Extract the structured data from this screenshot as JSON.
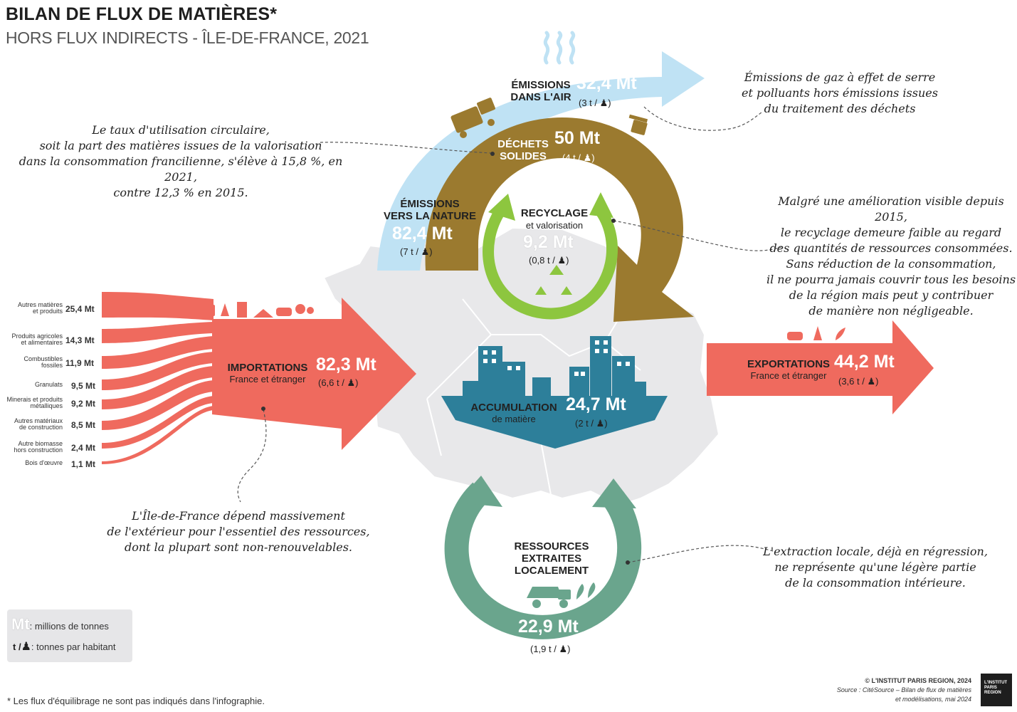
{
  "title": "BILAN DE FLUX DE MATIÈRES*",
  "subtitle": "HORS FLUX INDIRECTS - ÎLE-DE-FRANCE, 2021",
  "colors": {
    "air": "#bfe2f4",
    "waste": "#9b7a2f",
    "recycling": "#8dc63f",
    "import": "#ef6a5e",
    "accumulation": "#2d7f9a",
    "resources": "#6aa58d",
    "map": "#e8e8ea"
  },
  "emissions_air": {
    "label_line1": "ÉMISSIONS",
    "label_line2": "DANS L'AIR",
    "value": "32,4 Mt",
    "per_capita": "(3 t / ",
    "per_capita_end": ")"
  },
  "waste": {
    "label_line1": "DÉCHETS",
    "label_line2": "SOLIDES",
    "value": "50 Mt",
    "per_capita": "(4 t / ",
    "per_capita_end": ")"
  },
  "emissions_nature": {
    "label_line1": "ÉMISSIONS",
    "label_line2": "VERS LA NATURE",
    "value": "82,4 Mt",
    "per_capita": "(7 t / ",
    "per_capita_end": ")"
  },
  "recycling": {
    "label_line1": "RECYCLAGE",
    "label_line2": "et valorisation",
    "value": "9,2 Mt",
    "per_capita": "(0,8 t / ",
    "per_capita_end": ")"
  },
  "imports": {
    "label": "IMPORTATIONS",
    "sublabel": "France et étranger",
    "value": "82,3 Mt",
    "per_capita": "(6,6 t / ",
    "per_capita_end": ")",
    "categories": [
      {
        "name_line1": "Autres matières",
        "name_line2": "et produits",
        "value": "25,4 Mt"
      },
      {
        "name_line1": "Produits agricoles",
        "name_line2": "et alimentaires",
        "value": "14,3 Mt"
      },
      {
        "name_line1": "Combustibles",
        "name_line2": "fossiles",
        "value": "11,9 Mt"
      },
      {
        "name_line1": "Granulats",
        "name_line2": "",
        "value": "9,5 Mt"
      },
      {
        "name_line1": "Minerais et produits",
        "name_line2": "métalliques",
        "value": "9,2 Mt"
      },
      {
        "name_line1": "Autres matériaux",
        "name_line2": "de construction",
        "value": "8,5 Mt"
      },
      {
        "name_line1": "Autre biomasse",
        "name_line2": "hors construction",
        "value": "2,4 Mt"
      },
      {
        "name_line1": "Bois d'œuvre",
        "name_line2": "",
        "value": "1,1 Mt"
      }
    ]
  },
  "exports": {
    "label": "EXPORTATIONS",
    "sublabel": "France et étranger",
    "value": "44,2 Mt",
    "per_capita": "(3,6 t / ",
    "per_capita_end": ")"
  },
  "accumulation": {
    "label": "ACCUMULATION",
    "sublabel": "de matière",
    "value": "24,7 Mt",
    "per_capita": "(2 t / ",
    "per_capita_end": ")"
  },
  "resources": {
    "label_line1": "RESSOURCES",
    "label_line2": "EXTRAITES",
    "label_line3": "LOCALEMENT",
    "value": "22,9 Mt",
    "per_capita": "(1,9 t / ",
    "per_capita_end": ")"
  },
  "notes": {
    "air": [
      "Émissions de gaz à effet de serre",
      "et polluants hors émissions issues",
      "du traitement des déchets"
    ],
    "circular": [
      "Le taux d'utilisation circulaire,",
      "soit la part des matières issues de la valorisation",
      "dans la consommation francilienne, s'élève à 15,8 %, en 2021,",
      "contre 12,3 % en 2015."
    ],
    "recycling": [
      "Malgré une amélioration visible depuis 2015,",
      "le recyclage demeure faible au regard",
      "des quantités de ressources consommées.",
      "Sans réduction de la consommation,",
      "il ne pourra jamais couvrir tous les besoins",
      "de la région mais peut y contribuer",
      "de manière non négligeable."
    ],
    "imports": [
      "L'Île-de-France dépend massivement",
      "de l'extérieur pour l'essentiel des ressources,",
      "dont la plupart sont non-renouvelables."
    ],
    "resources": [
      "L'extraction locale, déjà en régression,",
      "ne représente qu'une légère partie",
      "de la consommation intérieure."
    ]
  },
  "legend": {
    "mt_symbol": "Mt",
    "mt_text": ": millions de tonnes",
    "t_symbol": "t /",
    "t_text": ": tonnes par habitant"
  },
  "footnote": "* Les flux d'équilibrage ne sont pas indiqués dans l'infographie.",
  "credit": {
    "line1": "© L'INSTITUT PARIS REGION, 2024",
    "line2": "Source : CitéSource – Bilan de flux de matières",
    "line3": "et modélisations, mai 2024"
  },
  "brand": "L'INSTITUT PARIS REGION"
}
